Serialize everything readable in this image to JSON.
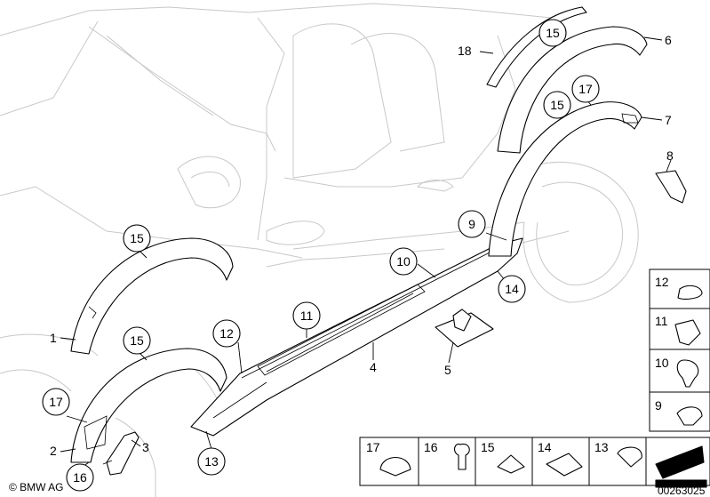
{
  "callouts": {
    "c1": "1",
    "c2": "2",
    "c3": "3",
    "c4": "4",
    "c5": "5",
    "c6": "6",
    "c7": "7",
    "c8": "8",
    "c9": "9",
    "c10": "10",
    "c11": "11",
    "c12": "12",
    "c13": "13",
    "c14": "14",
    "c15a": "15",
    "c15b": "15",
    "c15c": "15",
    "c15d": "15",
    "c16": "16",
    "c17a": "17",
    "c17b": "17",
    "c18": "18"
  },
  "fasteners_vertical": [
    "12",
    "11",
    "10",
    "9"
  ],
  "fasteners_horizontal": [
    "17",
    "16",
    "15",
    "14",
    "13"
  ],
  "copyright": "© BMW AG",
  "diagram_id": "00263025"
}
